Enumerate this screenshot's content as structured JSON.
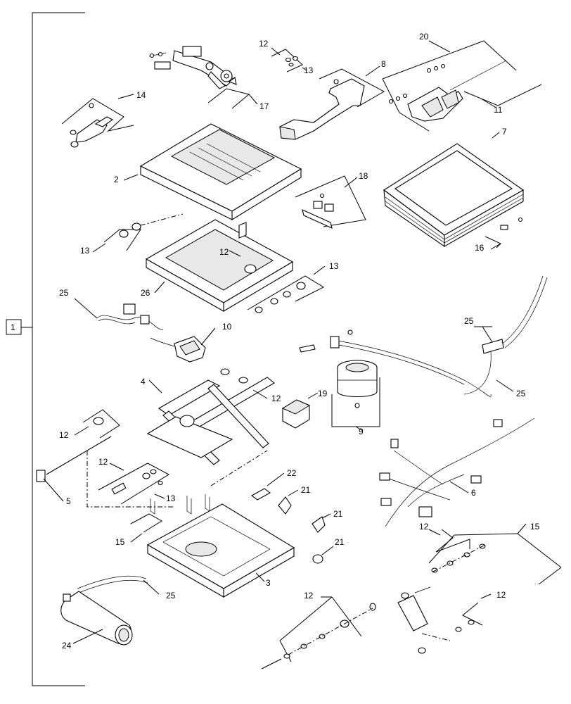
{
  "labels": {
    "assembly": "1",
    "frame_upper": "2",
    "base_plate": "3",
    "scissor": "4",
    "shaft": "5",
    "harness": "6",
    "bellows": "7",
    "bracket": "8",
    "air_spring": "9",
    "valve": "10",
    "lever_kit": "11",
    "lever_kit_12": "12",
    "lever_kit_13": "13",
    "latch": "14",
    "damper_kit": "15",
    "clip_16": "16",
    "slide": "17",
    "switch_kit": "18",
    "block": "19",
    "handle_kit": "20",
    "knob": "21",
    "grommet": "22",
    "compressor": "24",
    "tube": "25",
    "frame_lower": "26"
  }
}
